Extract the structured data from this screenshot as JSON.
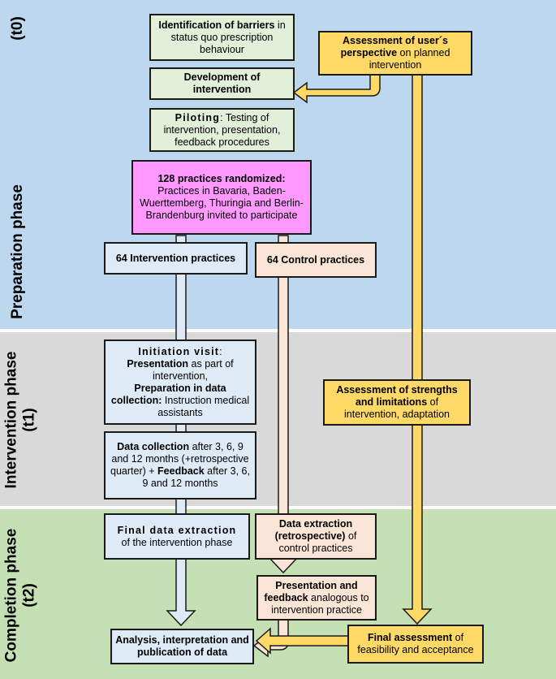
{
  "phases": {
    "preparation": {
      "label": "Preparation phase",
      "time": "(t0)",
      "color": "#bdd7ee"
    },
    "intervention": {
      "label": "Intervention phase",
      "time": "(t1)",
      "color": "#d9d9d9"
    },
    "completion": {
      "label": "Completion phase",
      "time": "(t2)",
      "color": "#c5e0b4"
    }
  },
  "boxes": {
    "identification": {
      "bold": "Identification of barriers",
      "rest": " in status quo prescription behaviour"
    },
    "development": {
      "bold": "Development of intervention"
    },
    "piloting": {
      "bold": "Piloting",
      "rest": ": Testing of intervention, presentation, feedback procedures"
    },
    "randomized": {
      "bold": "128 practices randomized:",
      "rest": "Practices in Bavaria, Baden-Wuerttemberg, Thuringia and Berlin-Brandenburg invited to participate"
    },
    "intervention_practices": {
      "bold": "64 Intervention practices"
    },
    "control_practices": {
      "bold": "64 Control practices"
    },
    "initiation": {
      "line1_bold": "Initiation visit",
      "line1_rest": ":",
      "line2_bold": "Presentation",
      "line2_rest": " as part of intervention,",
      "line3_bold": "Preparation in data collection:",
      "line3_rest": " Instruction medical assistants"
    },
    "data_collection": {
      "bold1": "Data collection",
      "rest1": " after 3, 6, 9 and 12 months (+retrospective quarter) +",
      "bold2": "Feedback",
      "rest2": " after 3, 6, 9 and 12 months"
    },
    "final_extraction": {
      "bold": "Final data extraction",
      "rest": "of the intervention phase"
    },
    "control_extraction": {
      "bold": "Data extraction (retrospective)",
      "rest": " of control practices"
    },
    "presentation_analogous": {
      "bold1": "Presentation and",
      "bold2": "feedback",
      "rest": " analogous to intervention practice"
    },
    "analysis": {
      "bold": "Analysis, interpretation and publication of data"
    },
    "user_perspective": {
      "bold1": "Assessment of user´s",
      "bold2": "perspective",
      "rest": " on planned intervention"
    },
    "strengths": {
      "bold": "Assessment of strengths and limitations",
      "rest": " of intervention, adaptation"
    },
    "final_assessment": {
      "bold": "Final assessment",
      "rest": " of feasibility and acceptance"
    }
  }
}
